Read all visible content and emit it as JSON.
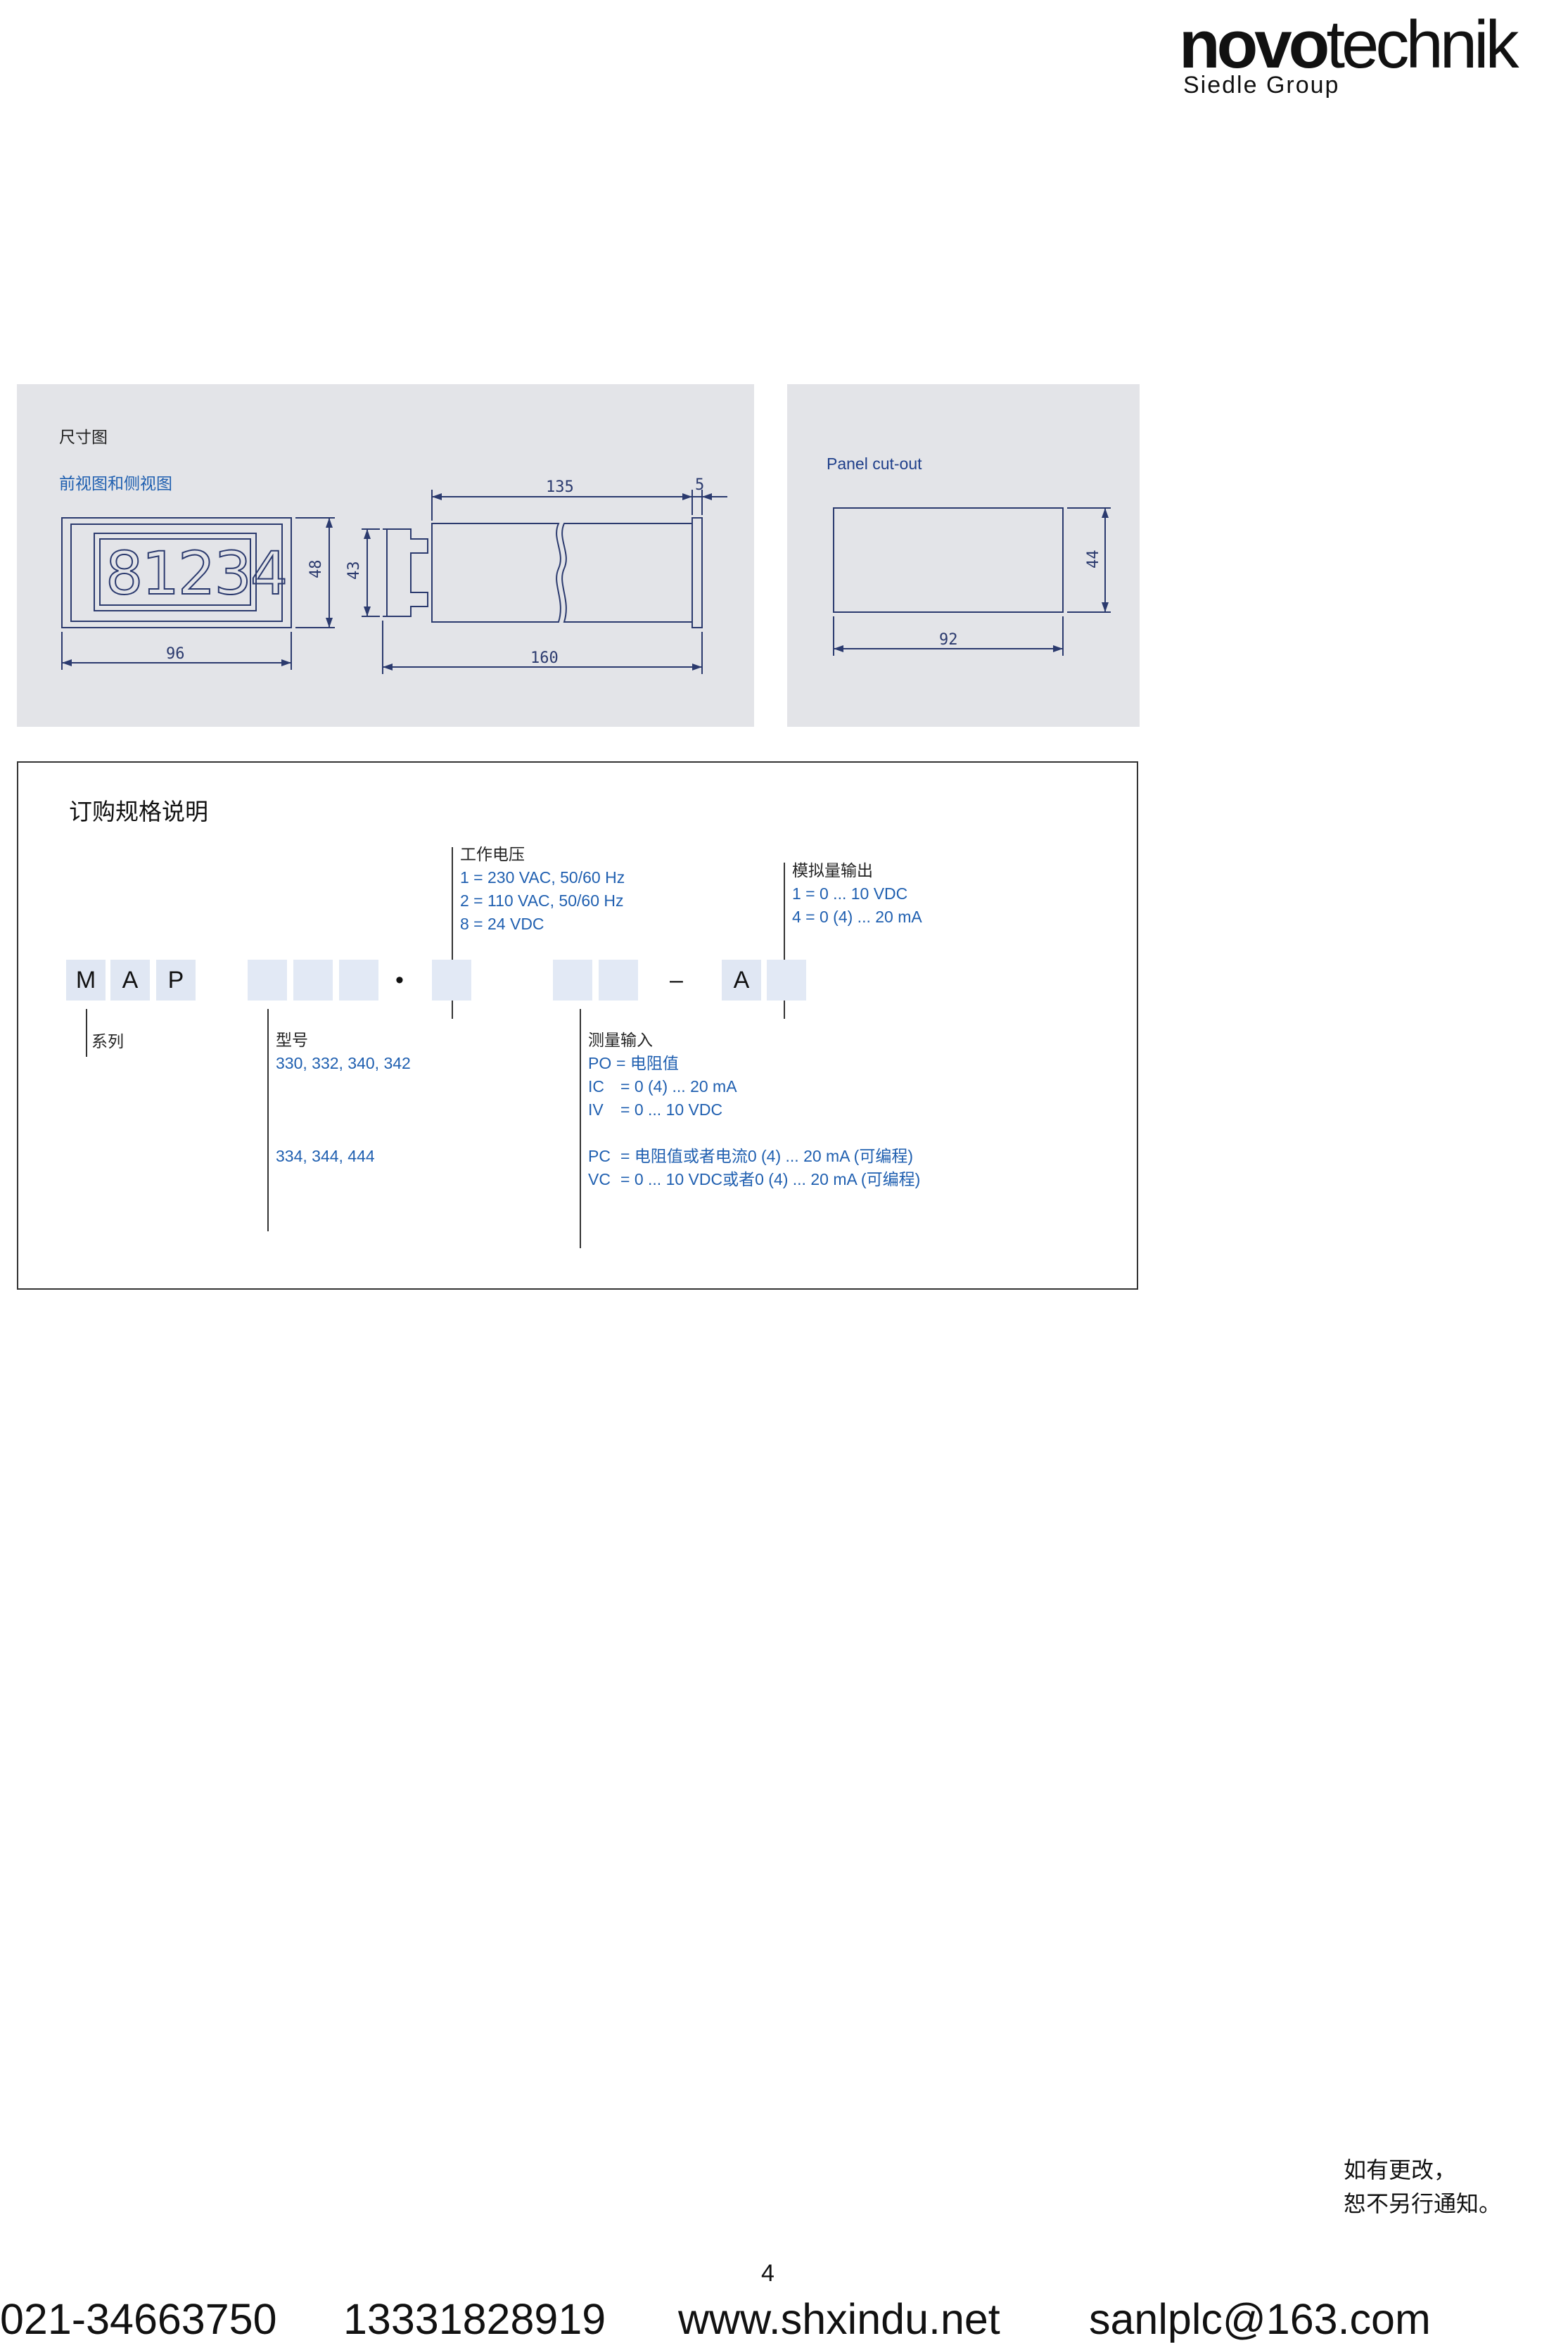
{
  "logo": {
    "novo": "novo",
    "technik": "technik",
    "subtitle": "Siedle Group"
  },
  "dimension_panel": {
    "title": "尺寸图",
    "subtitle": "前视图和侧视图",
    "display_digits": "81234",
    "dims": {
      "front_width": "96",
      "front_height": "48",
      "side_height": "43",
      "side_length": "135",
      "flange": "5",
      "total_length": "160"
    }
  },
  "cutout_panel": {
    "title": "Panel cut-out",
    "dims": {
      "width": "92",
      "height": "44"
    }
  },
  "ordering": {
    "title": "订购规格说明",
    "code": {
      "c1": "M",
      "c2": "A",
      "c3": "P",
      "dot": "•",
      "dash": "–",
      "a": "A"
    },
    "voltage": {
      "label": "工作电压",
      "opt1": "1 = 230 VAC, 50/60 Hz",
      "opt2": "2 = 110 VAC, 50/60 Hz",
      "opt3": "8 = 24 VDC"
    },
    "analog": {
      "label": "模拟量输出",
      "opt1": "1 = 0 ... 10 VDC",
      "opt2": "4 = 0 (4) ... 20 mA"
    },
    "series": {
      "label": "系列"
    },
    "model": {
      "label": "型号",
      "group1": "330, 332, 340, 342",
      "group2": "334, 344, 444"
    },
    "input": {
      "label": "测量输入",
      "po_key": "PO",
      "po_val": "= 电阻值",
      "ic_key": "IC",
      "ic_val": "= 0 (4) ... 20 mA",
      "iv_key": "IV",
      "iv_val": "= 0 ... 10 VDC",
      "pc_key": "PC",
      "pc_val": "= 电阻值或者电流0 (4) ... 20 mA (可编程)",
      "vc_key": "VC",
      "vc_val": "= 0 ... 10 VDC或者0 (4) ... 20 mA (可编程)"
    }
  },
  "notice": {
    "line1": "如有更改，",
    "line2": "恕不另行通知。"
  },
  "page_number": "4",
  "contact": {
    "phone1": "021-34663750",
    "phone2": "13331828919",
    "website": "www.shxindu.net",
    "email": "sanlplc@163.com"
  }
}
